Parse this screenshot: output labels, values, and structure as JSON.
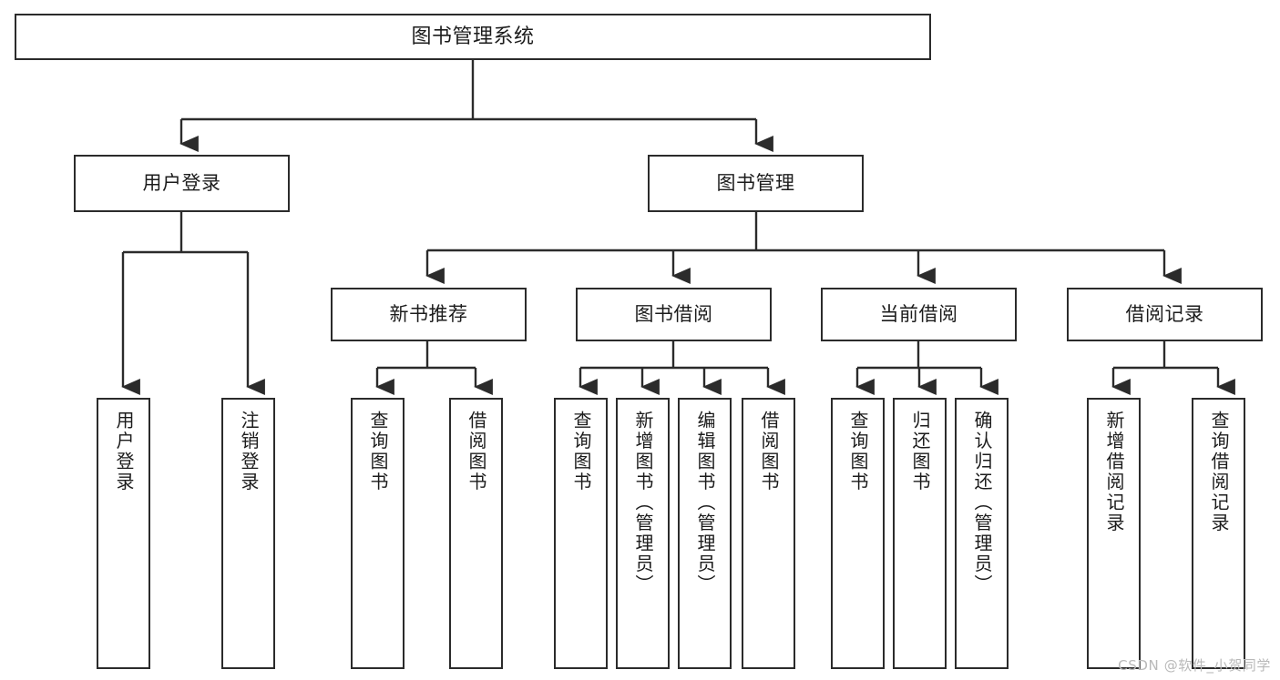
{
  "diagram": {
    "type": "tree-hierarchy-chart",
    "title": "图书管理系统",
    "line_color": "#2b2b2b",
    "box_fill": "#ffffff",
    "text_color": "#1c1c1c",
    "watermark": "CSDN @软件_小贺同学",
    "nodes": {
      "root": {
        "label": "图书管理系统"
      },
      "level2": [
        {
          "id": "user-login",
          "label": "用户登录"
        },
        {
          "id": "book-manage",
          "label": "图书管理"
        }
      ],
      "level3": [
        {
          "id": "new-book-recommend",
          "label": "新书推荐"
        },
        {
          "id": "book-borrow",
          "label": "图书借阅"
        },
        {
          "id": "current-borrow",
          "label": "当前借阅"
        },
        {
          "id": "borrow-record",
          "label": "借阅记录"
        }
      ],
      "leaves": [
        {
          "id": "leaf-user-login",
          "label": "用户登录",
          "parent": "user-login"
        },
        {
          "id": "leaf-user-logout",
          "label": "注销登录",
          "parent": "user-login"
        },
        {
          "id": "leaf-query-book-1",
          "label": "查询图书",
          "parent": "new-book-recommend"
        },
        {
          "id": "leaf-borrow-book-1",
          "label": "借阅图书",
          "parent": "new-book-recommend"
        },
        {
          "id": "leaf-query-book-2",
          "label": "查询图书",
          "parent": "book-borrow"
        },
        {
          "id": "leaf-add-book",
          "label": "新增图书（管理员）",
          "parent": "book-borrow"
        },
        {
          "id": "leaf-edit-book",
          "label": "编辑图书（管理员）",
          "parent": "book-borrow"
        },
        {
          "id": "leaf-borrow-book-2",
          "label": "借阅图书",
          "parent": "book-borrow"
        },
        {
          "id": "leaf-query-book-3",
          "label": "查询图书",
          "parent": "current-borrow"
        },
        {
          "id": "leaf-return-book",
          "label": "归还图书",
          "parent": "current-borrow"
        },
        {
          "id": "leaf-confirm-return",
          "label": "确认归还（管理员）",
          "parent": "current-borrow"
        },
        {
          "id": "leaf-add-record",
          "label": "新增借阅记录",
          "parent": "borrow-record"
        },
        {
          "id": "leaf-query-record",
          "label": "查询借阅记录",
          "parent": "borrow-record"
        }
      ]
    }
  }
}
